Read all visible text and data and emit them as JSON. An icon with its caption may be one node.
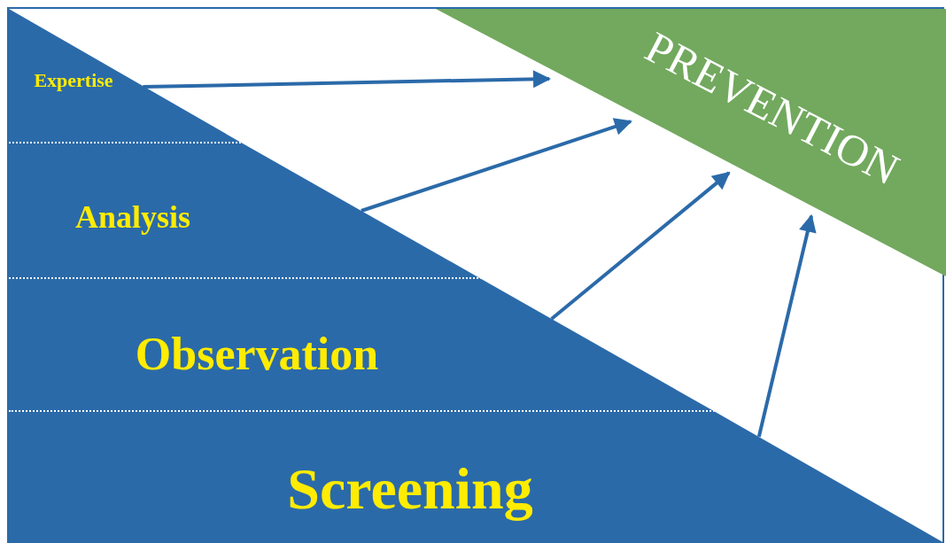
{
  "diagram": {
    "nodes": [
      {
        "text": [
          "Expertise"
        ]
      },
      {
        "text": [
          "Analysis"
        ]
      },
      {
        "text": [
          "Observation"
        ]
      },
      {
        "text": [
          "Screening"
        ]
      },
      {
        "text": [
          "PREVENTION"
        ]
      }
    ],
    "edges": [
      {
        "from": 0,
        "to": 4,
        "arrow": "to"
      },
      {
        "from": 1,
        "to": 4,
        "arrow": "to"
      },
      {
        "from": 2,
        "to": 4,
        "arrow": "to"
      },
      {
        "from": 3,
        "to": 4,
        "arrow": "to"
      }
    ]
  }
}
